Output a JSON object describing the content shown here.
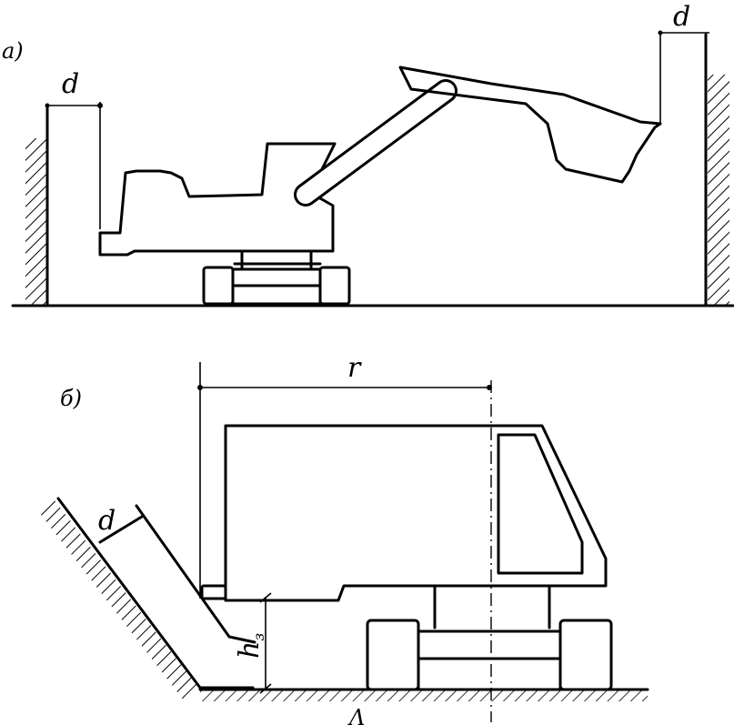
{
  "figure_a": {
    "label": "a)",
    "left_clearance": "d",
    "right_clearance": "d"
  },
  "figure_b": {
    "label": "б)",
    "clearance": "d",
    "radius": "r",
    "height": "h",
    "height_subscript": "з",
    "bottom_label": "Λ"
  }
}
